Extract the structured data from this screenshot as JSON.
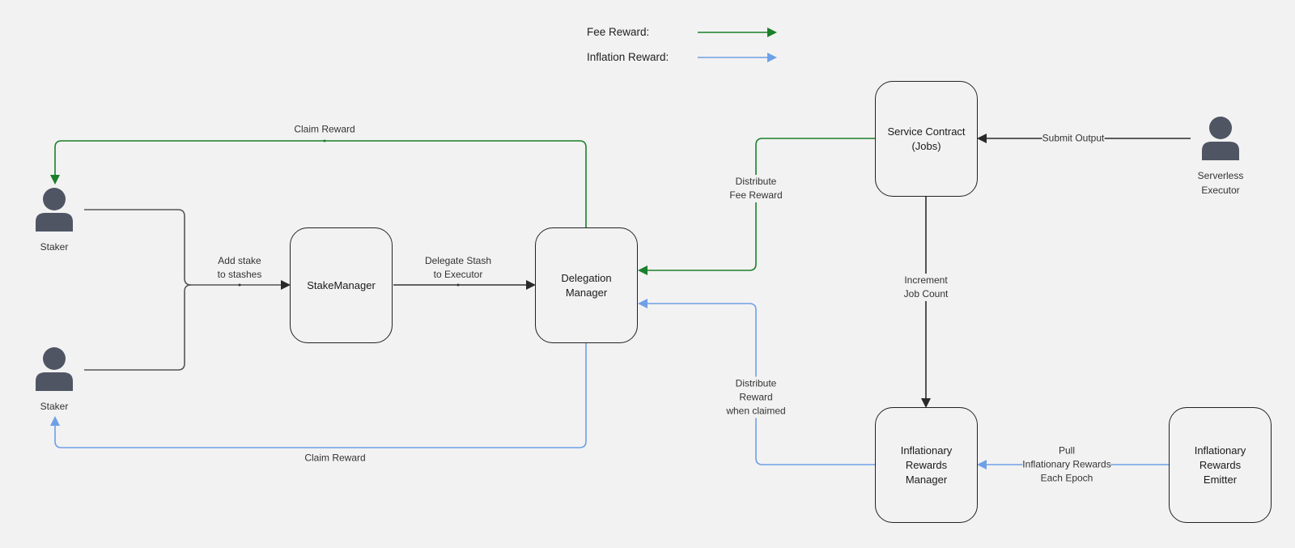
{
  "legend": {
    "fee_label": "Fee Reward:",
    "inflation_label": "Inflation Reward:"
  },
  "colors": {
    "fee": "#1b7f2b",
    "inflation": "#6ea0e6",
    "neutral": "#555555",
    "dark": "#2a2a2a",
    "person": "#4f5563"
  },
  "nodes": {
    "stake_manager": "StakeManager",
    "delegation_manager": "Delegation\nManager",
    "service_contract": "Service Contract\n(Jobs)",
    "inflationary_rewards_manager": "Inflationary\nRewards\nManager",
    "inflationary_rewards_emitter": "Inflationary\nRewards\nEmitter"
  },
  "actors": {
    "staker_top": "Staker",
    "staker_bottom": "Staker",
    "serverless_executor": "Serverless\nExecutor"
  },
  "edges": {
    "claim_reward_top": "Claim Reward",
    "add_stake": "Add stake\nto stashes",
    "delegate_stash": "Delegate Stash\nto Executor",
    "claim_reward_bottom": "Claim Reward",
    "distribute_fee_reward": "Distribute\nFee Reward",
    "submit_output": "Submit Output",
    "increment_job_count": "Increment\nJob Count",
    "distribute_reward_claimed": "Distribute\nReward\nwhen claimed",
    "pull_inflationary_rewards": "Pull\nInflationary Rewards\nEach Epoch"
  }
}
